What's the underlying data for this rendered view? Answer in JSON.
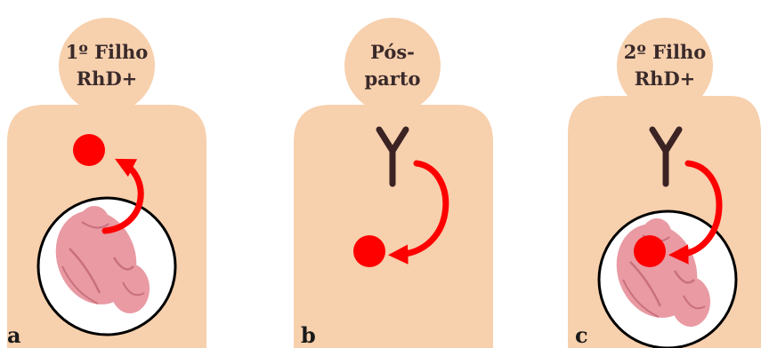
{
  "panels": [
    {
      "letter": "a",
      "head_line1": "1º Filho",
      "head_line2": "RhD+"
    },
    {
      "letter": "b",
      "head_line1": "Pós-",
      "head_line2": "parto"
    },
    {
      "letter": "c",
      "head_line1": "2º Filho",
      "head_line2": "RhD+"
    }
  ],
  "colors": {
    "skin": "#f7d0ad",
    "cell_red": "#ff0000",
    "antibody": "#3b2324",
    "womb_fill": "#ffffff",
    "womb_stroke": "#000000",
    "fetus": "#e99aa3",
    "fetus_shadow": "#c9707e"
  },
  "icons": [
    "red-blood-cell-icon",
    "antibody-icon",
    "fetus-icon",
    "curved-arrow-icon"
  ]
}
